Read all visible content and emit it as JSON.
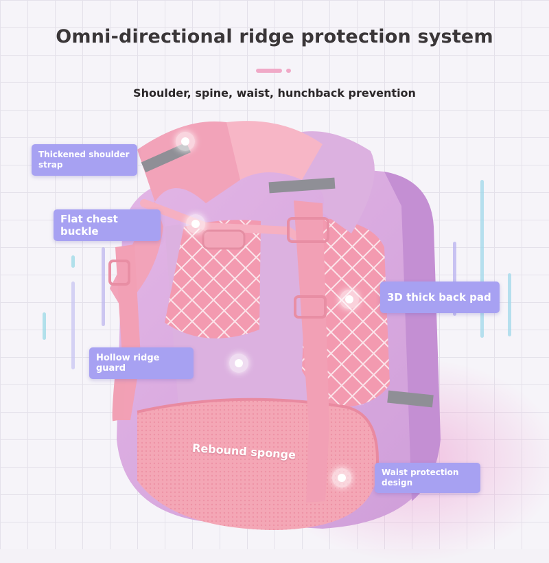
{
  "header": {
    "title": "Omni-directional ridge protection system",
    "subtitle": "Shoulder, spine, waist, hunchback prevention"
  },
  "callouts": {
    "shoulder_strap": "Thickened shoulder strap",
    "chest_buckle": "Flat chest buckle",
    "back_pad": "3D thick back pad",
    "ridge_guard": "Hollow ridge guard",
    "waist": "Waist protection design"
  },
  "product": {
    "sponge_label": "Rebound sponge"
  },
  "colors": {
    "label_bg": "#a7a1f2",
    "backpack_lilac": "#d7a8dc",
    "strap_pink": "#f1a3b7",
    "accent_pink": "#f0a9c7"
  }
}
